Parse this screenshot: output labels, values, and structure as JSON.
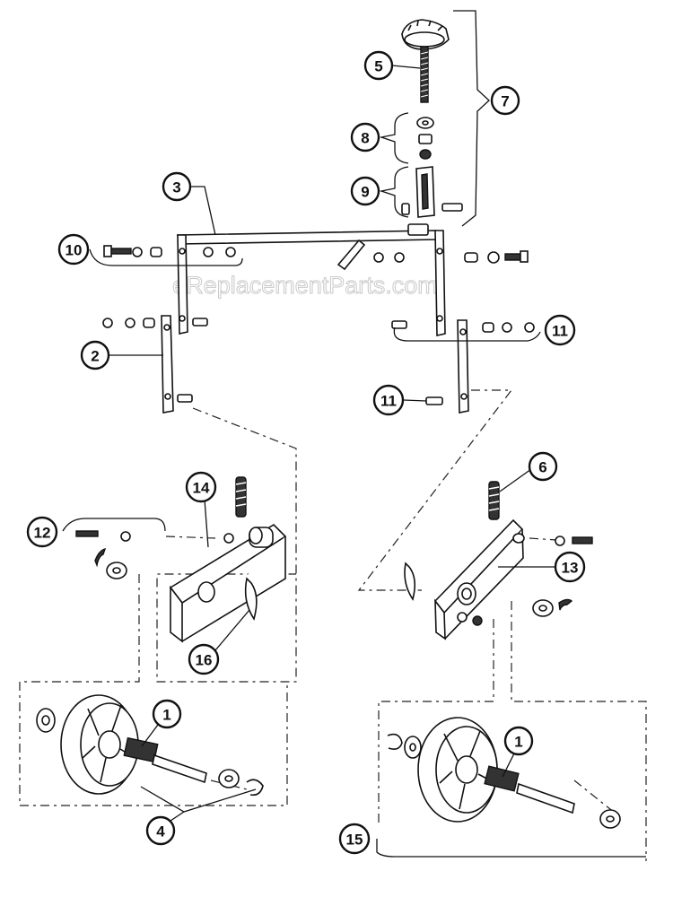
{
  "watermark": "eReplacementParts.com",
  "callouts": [
    "1",
    "1",
    "2",
    "3",
    "4",
    "5",
    "6",
    "7",
    "8",
    "9",
    "10",
    "11",
    "11",
    "12",
    "13",
    "14",
    "15",
    "16"
  ]
}
